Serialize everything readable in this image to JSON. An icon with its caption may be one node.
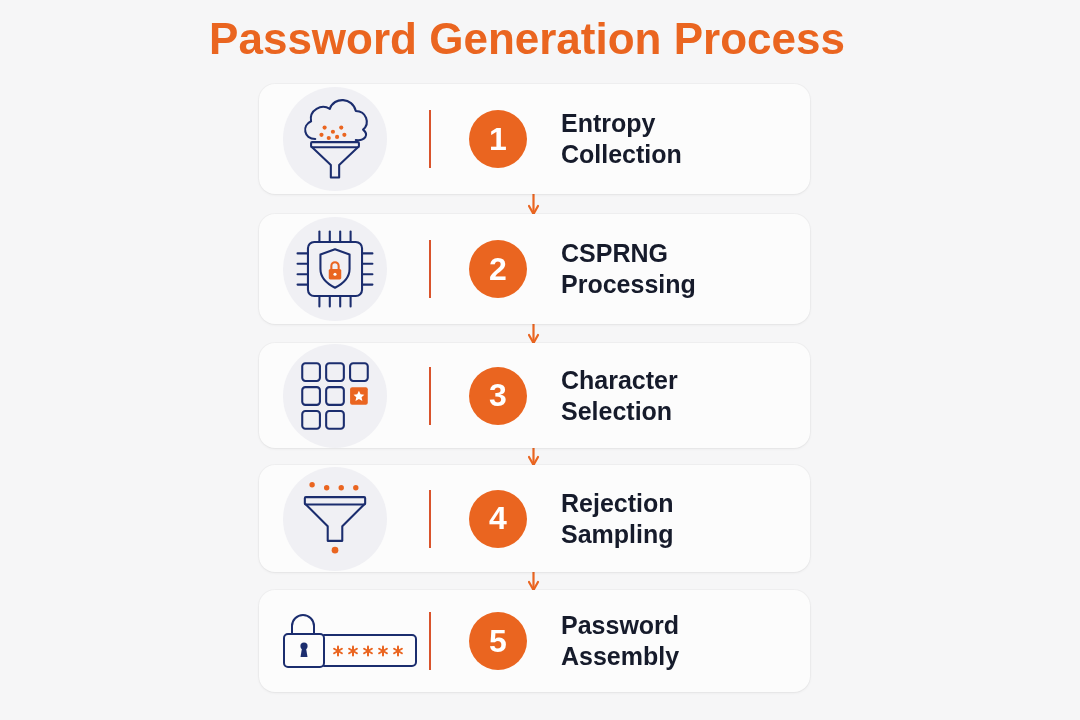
{
  "diagram": {
    "title": "Password Generation Process",
    "nodes": [
      {
        "text": [
          "1",
          "Entropy Collection"
        ]
      },
      {
        "text": [
          "2",
          "CSPRNG Processing"
        ]
      },
      {
        "text": [
          "3",
          "Character Selection"
        ]
      },
      {
        "text": [
          "4",
          "Rejection Sampling"
        ]
      },
      {
        "text": [
          "5",
          "Password Assembly"
        ]
      }
    ],
    "edges": [
      {
        "from": 0,
        "to": 1,
        "arrow": "to"
      },
      {
        "from": 1,
        "to": 2,
        "arrow": "to"
      },
      {
        "from": 2,
        "to": 3,
        "arrow": "to"
      },
      {
        "from": 3,
        "to": 4,
        "arrow": "to"
      }
    ]
  }
}
